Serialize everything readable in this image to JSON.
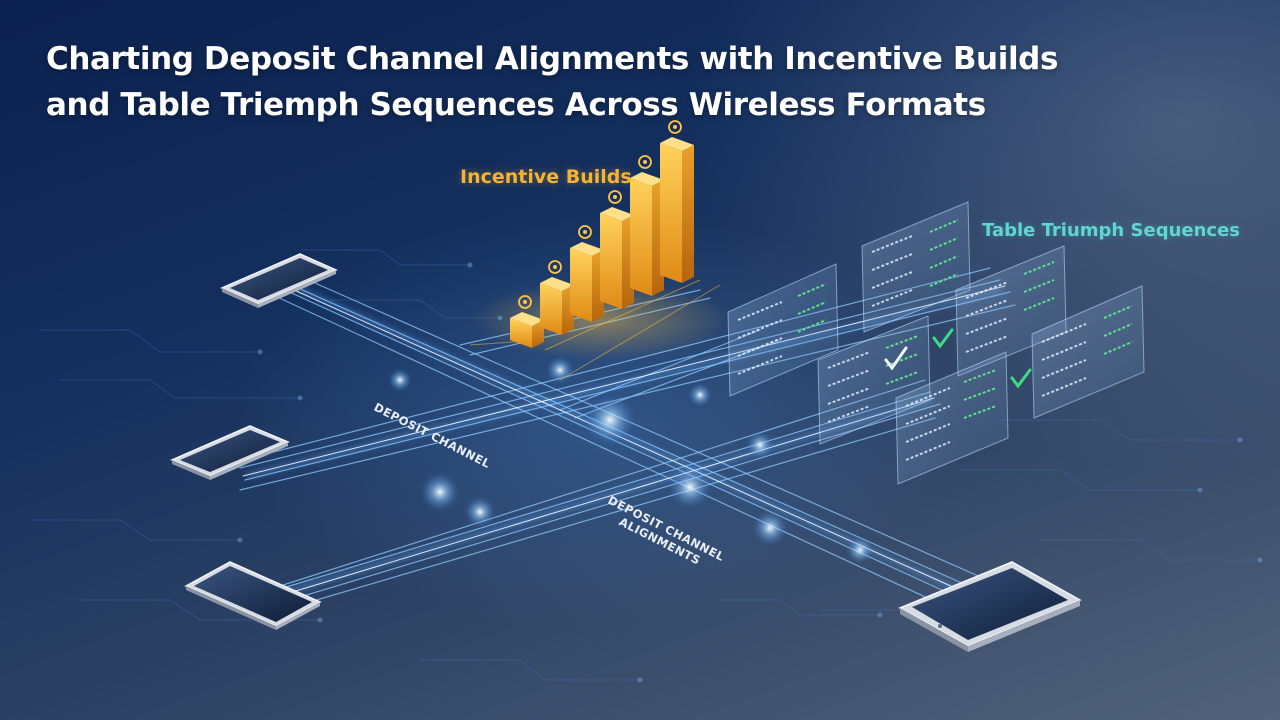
{
  "title": {
    "line1": "Charting Deposit Channel Alignments with Incentive Builds",
    "line2": "and Table Triemph Sequences Across Wireless Formats"
  },
  "labels": {
    "incentive_builds": "Incentive Builds",
    "table_triumph_sequences": "Table Triumph Sequences",
    "deposit_channel": "DEPOSIT CHANNEL",
    "deposit_channel_alignments_line1": "DEPOSIT CHANNEL",
    "deposit_channel_alignments_line2": "ALIGNMENTS"
  },
  "incentive_bar_levels": [
    1,
    2,
    3,
    4,
    5,
    6
  ],
  "devices": [
    "phone",
    "phone",
    "phone",
    "tablet"
  ],
  "colors": {
    "background_dark": "#0c2150",
    "background_light": "#52627a",
    "beam": "#7fc4ff",
    "bar_gold": "#f5b335",
    "check_green": "#3ddc84",
    "teal_label": "#5fd6cf",
    "title": "#ffffff"
  }
}
